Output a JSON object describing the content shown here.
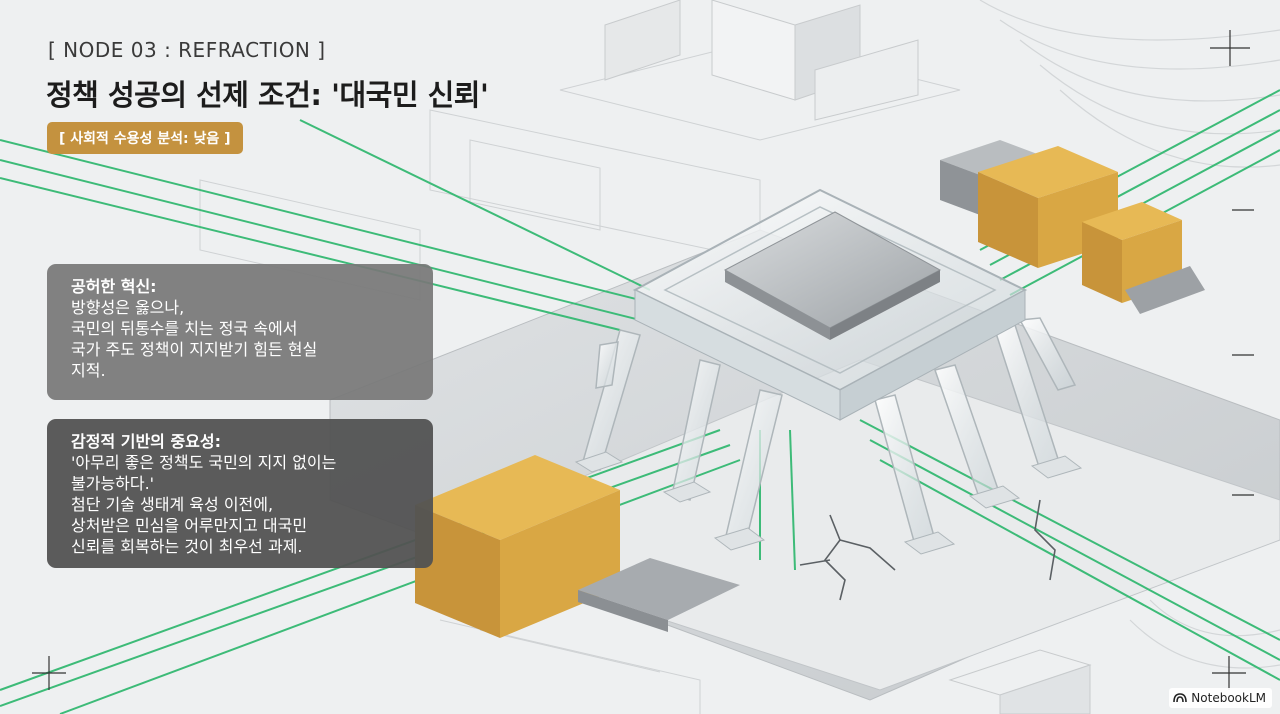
{
  "node_label": "[ NODE 03 : REFRACTION ]",
  "title": "정책 성공의 선제 조건: '대국민 신뢰'",
  "badge": "[ 사회적 수용성 분석: 낮음 ]",
  "card1": {
    "heading": "공허한 혁신:",
    "lines": [
      "방향성은 옳으나,",
      "국민의 뒤통수를 치는 정국 속에서",
      "국가 주도 정책이 지지받기 힘든 현실",
      "지적."
    ]
  },
  "card2": {
    "heading": "감정적 기반의 중요성:",
    "lines": [
      "'아무리 좋은 정책도 국민의 지지 없이는",
      "불가능하다.'",
      "첨단 기술 생태계 육성 이전에,",
      "상처받은 민심을 어루만지고 대국민",
      "신뢰를 회복하는 것이 최우선 과제."
    ]
  },
  "brand": {
    "label": "NotebookLM",
    "icon": "notebooklm-logo-icon"
  },
  "colors": {
    "accent_gold": "#c4923f",
    "block_gold": "#d9a744",
    "circuit_green": "#3dbb78",
    "card_light": "#7a7a7a",
    "card_dark": "#525252"
  }
}
